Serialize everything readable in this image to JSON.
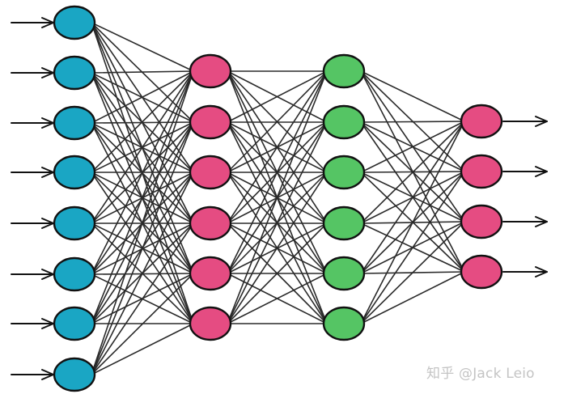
{
  "network": {
    "layers": [
      {
        "nodes": 8,
        "color": "#1aa6c4"
      },
      {
        "nodes": 6,
        "color": "#e54c82"
      },
      {
        "nodes": 6,
        "color": "#55c564"
      },
      {
        "nodes": 4,
        "color": "#e54c82"
      }
    ],
    "connectivity": "fully-connected",
    "input_arrows": true,
    "output_arrows": true,
    "edge_color": "#2a2a2a",
    "node_outline": "#111111"
  },
  "watermark": {
    "text": "知乎 @Jack Leio"
  }
}
